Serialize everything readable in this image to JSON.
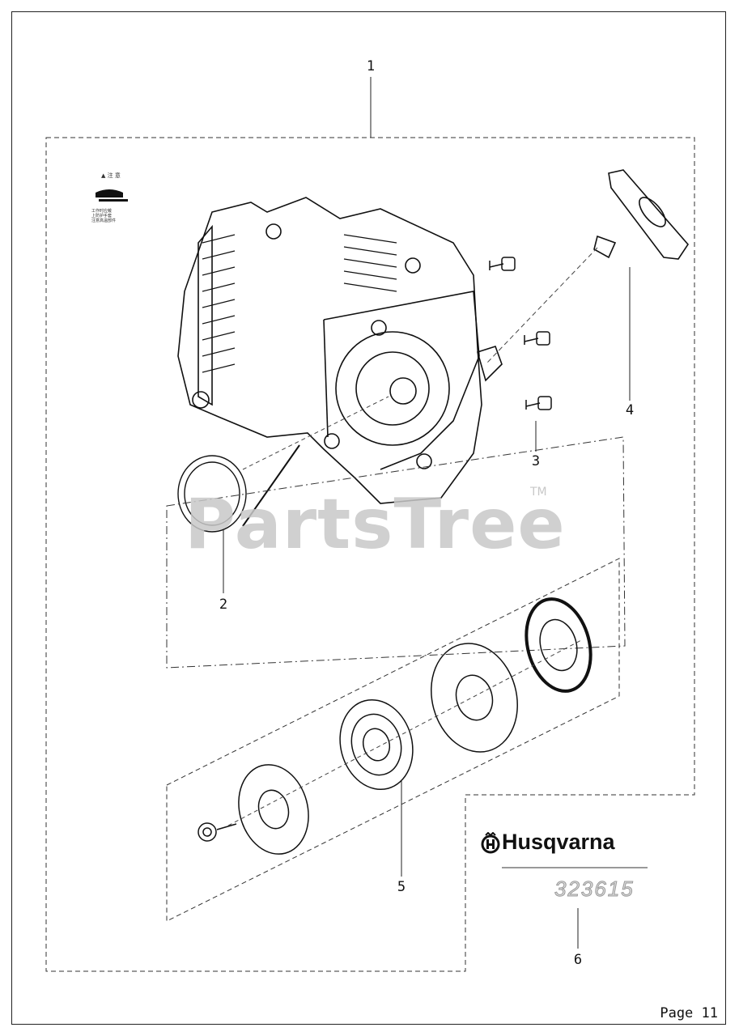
{
  "page": {
    "label": "Page 11"
  },
  "callouts": [
    "1",
    "2",
    "3",
    "4",
    "5",
    "6"
  ],
  "watermark": {
    "text": "PartsTree",
    "tm": "TM"
  },
  "brand": {
    "name": "Husqvarna",
    "part_number": "323615"
  },
  "warning_label": {
    "title": "▲ 注 意",
    "lines": [
      "工作时应戴",
      "上防护手套",
      "注意高温部件"
    ]
  },
  "icons": [
    "husqvarna-crown-icon",
    "hot-surface-warning-icon"
  ]
}
